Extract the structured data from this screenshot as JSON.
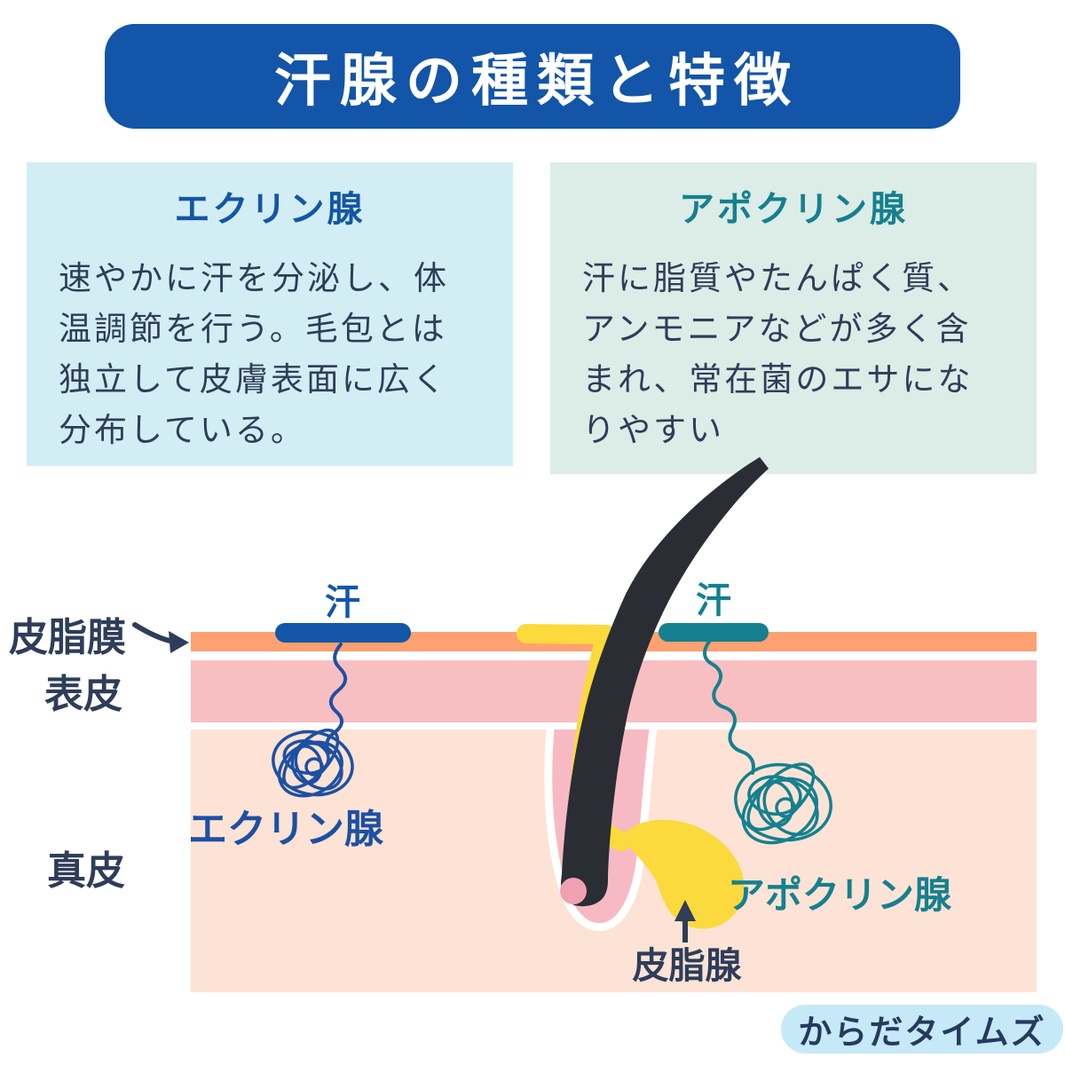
{
  "header": {
    "title": "汗腺の種類と特徴",
    "bg": "#1355a8",
    "text_color": "#ffffff"
  },
  "cards": {
    "eccrine": {
      "title": "エクリン腺",
      "body": "速やかに汗を分泌し、体\n温調節を行う。毛包とは\n独立して皮膚表面に広く\n分布している。",
      "bg": "#d2eef4",
      "title_color": "#1356a8",
      "body_color": "#2e3d59"
    },
    "apocrine": {
      "title": "アポクリン腺",
      "body": "汗に脂質やたんぱく質、\nアンモニアなどが多く含\nまれ、常在菌のエサにな\nりやすい",
      "bg": "#dcece7",
      "title_color": "#15808f",
      "body_color": "#2e3d59"
    }
  },
  "diagram": {
    "labels": {
      "sebum_film": "皮脂膜",
      "epidermis": "表皮",
      "dermis": "真皮",
      "sweat_left": "汗",
      "sweat_right": "汗",
      "eccrine_gland": "エクリン腺",
      "apocrine_gland": "アポクリン腺",
      "sebaceous_gland": "皮脂腺"
    },
    "colors": {
      "sebum_film_layer": "#fda172",
      "epidermis_layer": "#f8bfc3",
      "dermis_layer": "#fce3d6",
      "follicle_pocket": "#f7bac4",
      "sweat_left_pill": "#1356a8",
      "sweat_right_pill": "#15808f",
      "eccrine_coil": "#1d50a3",
      "apocrine_coil": "#15808f",
      "sebum_yellow": "#fcd93d",
      "hair": "#2a2d33",
      "papilla": "#f0a1b1",
      "label_text": "#2e3d59"
    }
  },
  "footer": {
    "brand": "からだタイムズ",
    "bg": "#c6e9f8",
    "text_color": "#253a5e"
  }
}
